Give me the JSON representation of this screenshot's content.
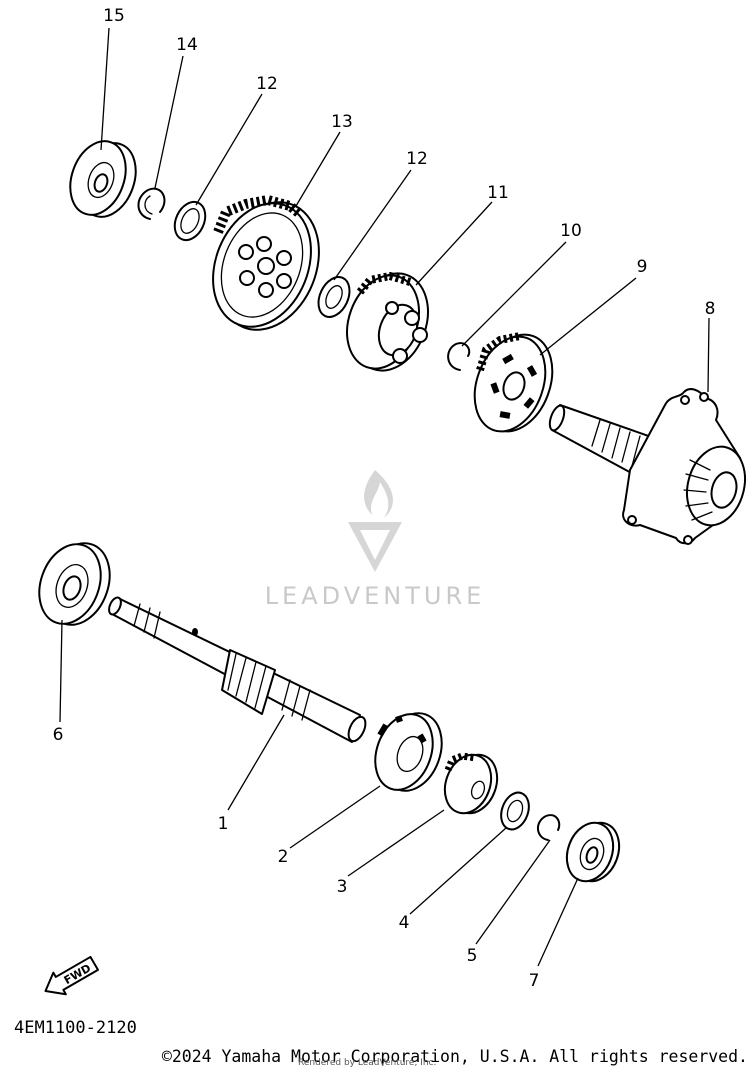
{
  "callouts": [
    "15",
    "14",
    "12",
    "13",
    "12",
    "11",
    "10",
    "9",
    "8",
    "6",
    "1",
    "2",
    "3",
    "4",
    "5",
    "7"
  ],
  "fwd_label": "FWD",
  "watermark": "LEADVENTURE",
  "diagram_code": "4EM1100-2120",
  "copyright": "©2024 Yamaha Motor Corporation, U.S.A. All rights reserved.",
  "rendered_by": "Rendered by LeadVenture, Inc.",
  "colors": {
    "ink": "#000000",
    "watermark": "#c9c9c9",
    "background": "#ffffff"
  }
}
